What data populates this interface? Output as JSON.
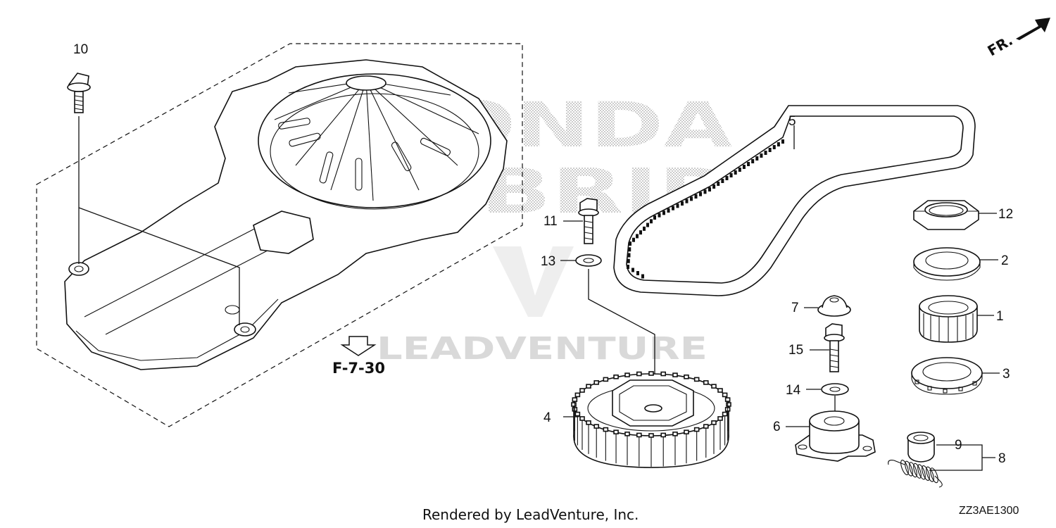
{
  "watermark": {
    "brand_lines": [
      "HONDA",
      "HYBRID"
    ],
    "brand_color": "#9a9a9a",
    "lead_text": "LEADVENTURE",
    "lead_color": "#d9d9d9"
  },
  "direction_label": "FR.",
  "reference_label": "F-7-30",
  "callouts": {
    "c1": "1",
    "c2": "2",
    "c3": "3",
    "c4": "4",
    "c5": "5",
    "c6": "6",
    "c7": "7",
    "c8": "8",
    "c9": "9",
    "c10": "10",
    "c11": "11",
    "c12": "12",
    "c13": "13",
    "c14": "14",
    "c15": "15"
  },
  "footer": {
    "credit": "Rendered by LeadVenture, Inc.",
    "diagram_code": "ZZ3AE1300"
  }
}
